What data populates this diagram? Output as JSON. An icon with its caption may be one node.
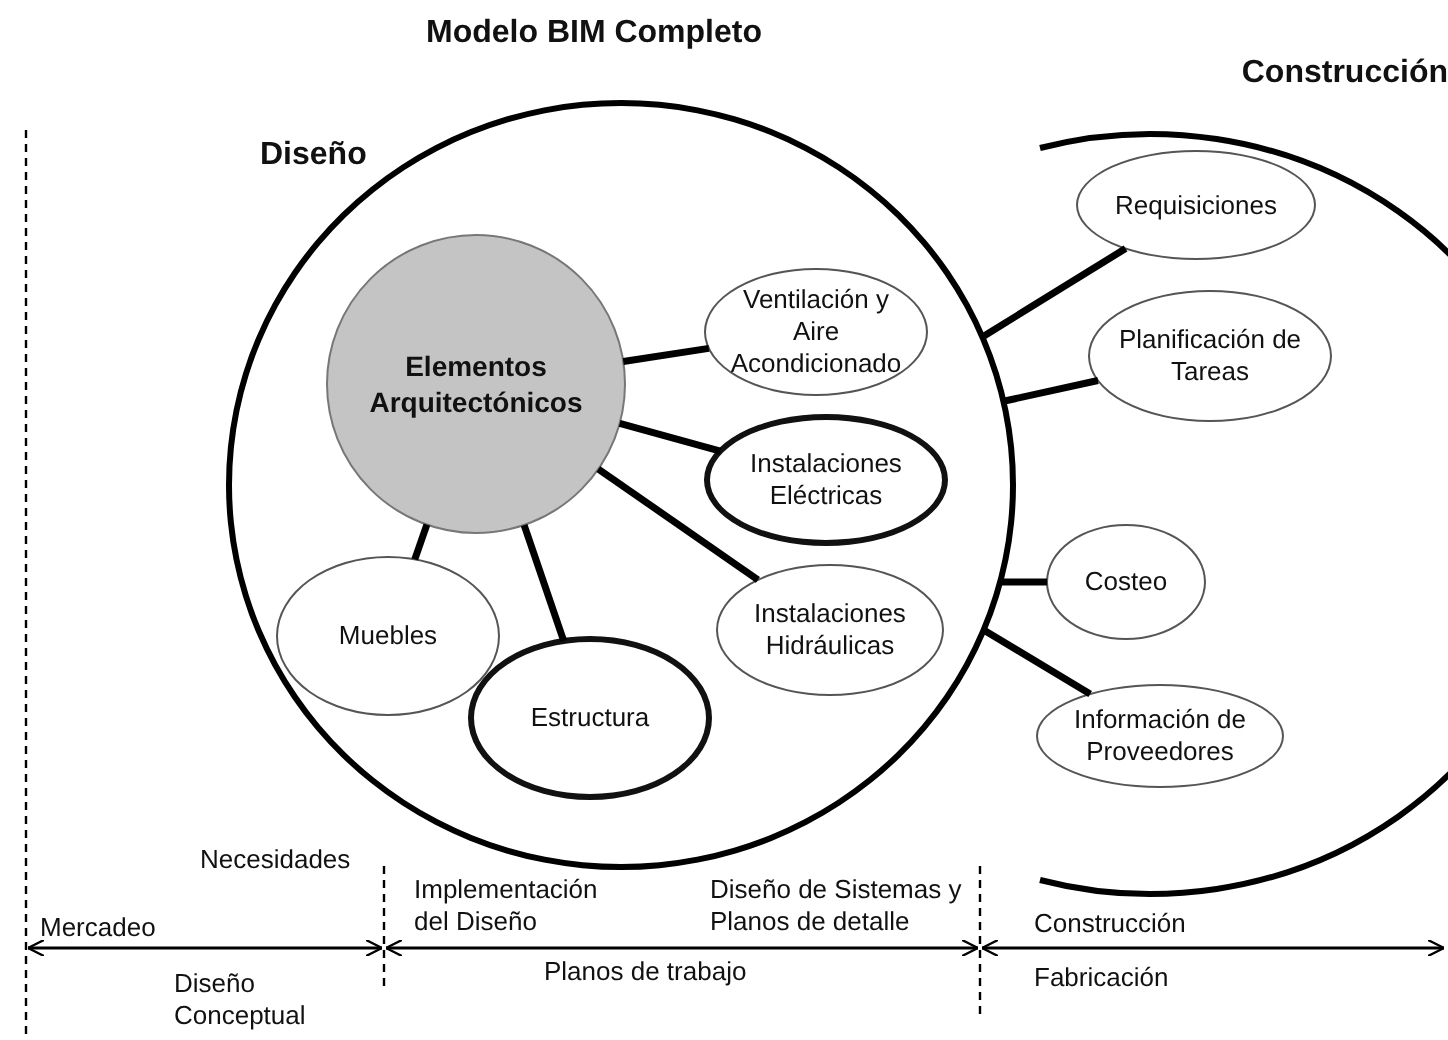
{
  "diagram": {
    "title": "Modelo BIM Completo",
    "nodes": [
      {
        "text": [
          "Diseño"
        ]
      },
      {
        "text": [
          "Elementos Arquitectónicos"
        ],
        "in": 0
      },
      {
        "text": [
          "Ventilación y Aire Acondicionado"
        ],
        "in": 0
      },
      {
        "text": [
          "Instalaciones Eléctricas"
        ],
        "in": 0
      },
      {
        "text": [
          "Instalaciones Hidráulicas"
        ],
        "in": 0
      },
      {
        "text": [
          "Estructura"
        ],
        "in": 0
      },
      {
        "text": [
          "Muebles"
        ],
        "in": 0
      },
      {
        "text": [
          "Construcción"
        ]
      },
      {
        "text": [
          "Requisiciones"
        ],
        "in": 7
      },
      {
        "text": [
          "Planificación de Tareas"
        ],
        "in": 7
      },
      {
        "text": [
          "Costeo"
        ],
        "in": 7
      },
      {
        "text": [
          "Información de Proveedores"
        ],
        "in": 7
      }
    ],
    "edges": [
      {
        "from": 1,
        "to": 2,
        "arrow": "none"
      },
      {
        "from": 1,
        "to": 3,
        "arrow": "none"
      },
      {
        "from": 1,
        "to": 4,
        "arrow": "none"
      },
      {
        "from": 1,
        "to": 5,
        "arrow": "none"
      },
      {
        "from": 1,
        "to": 6,
        "arrow": "none"
      },
      {
        "from": 0,
        "to": 8,
        "arrow": "none"
      },
      {
        "from": 0,
        "to": 9,
        "arrow": "none"
      },
      {
        "from": 0,
        "to": 10,
        "arrow": "none"
      },
      {
        "from": 0,
        "to": 11,
        "arrow": "none"
      }
    ],
    "labels": [
      "Necesidades",
      "Implementación del Diseño",
      "Diseño de Sistemas y Planos de detalle",
      "Mercadeo",
      "Construcción",
      "Diseño Conceptual",
      "Planos de trabajo",
      "Fabricación"
    ]
  }
}
